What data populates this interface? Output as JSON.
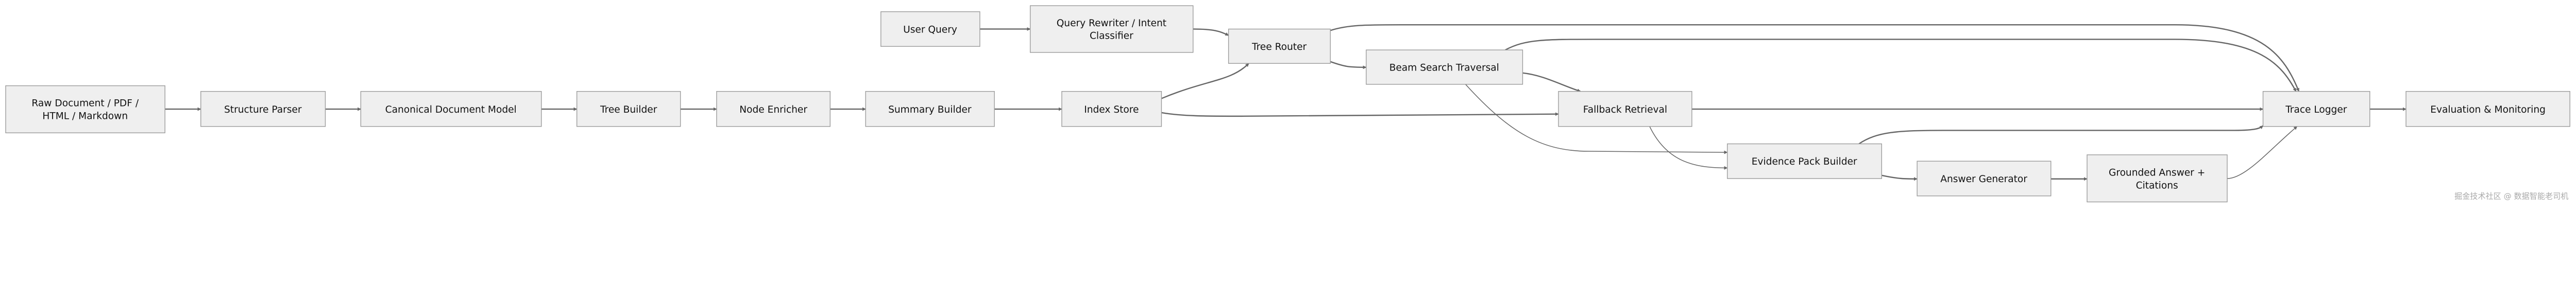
{
  "diagram": {
    "nodes": {
      "raw": {
        "lines": [
          "Raw Document / PDF /",
          "HTML / Markdown"
        ]
      },
      "parser": {
        "lines": [
          "Structure Parser"
        ]
      },
      "canonical": {
        "lines": [
          "Canonical Document Model"
        ]
      },
      "tree_builder": {
        "lines": [
          "Tree Builder"
        ]
      },
      "enricher": {
        "lines": [
          "Node Enricher"
        ]
      },
      "summary": {
        "lines": [
          "Summary Builder"
        ]
      },
      "index": {
        "lines": [
          "Index Store"
        ]
      },
      "user_query": {
        "lines": [
          "User Query"
        ]
      },
      "rewriter": {
        "lines": [
          "Query Rewriter / Intent",
          "Classifier"
        ]
      },
      "router": {
        "lines": [
          "Tree Router"
        ]
      },
      "beam": {
        "lines": [
          "Beam Search Traversal"
        ]
      },
      "fallback": {
        "lines": [
          "Fallback Retrieval"
        ]
      },
      "evidence": {
        "lines": [
          "Evidence Pack Builder"
        ]
      },
      "answer_gen": {
        "lines": [
          "Answer Generator"
        ]
      },
      "grounded": {
        "lines": [
          "Grounded Answer +",
          "Citations"
        ]
      },
      "trace": {
        "lines": [
          "Trace Logger"
        ]
      },
      "eval": {
        "lines": [
          "Evaluation & Monitoring"
        ]
      }
    },
    "edges": [
      [
        "raw",
        "parser"
      ],
      [
        "parser",
        "canonical"
      ],
      [
        "canonical",
        "tree_builder"
      ],
      [
        "tree_builder",
        "enricher"
      ],
      [
        "enricher",
        "summary"
      ],
      [
        "summary",
        "index"
      ],
      [
        "user_query",
        "rewriter"
      ],
      [
        "rewriter",
        "router"
      ],
      [
        "index",
        "router"
      ],
      [
        "router",
        "beam"
      ],
      [
        "router",
        "trace"
      ],
      [
        "beam",
        "trace"
      ],
      [
        "beam",
        "fallback"
      ],
      [
        "beam",
        "evidence"
      ],
      [
        "index",
        "fallback"
      ],
      [
        "fallback",
        "trace"
      ],
      [
        "fallback",
        "evidence"
      ],
      [
        "evidence",
        "trace"
      ],
      [
        "evidence",
        "answer_gen"
      ],
      [
        "answer_gen",
        "grounded"
      ],
      [
        "grounded",
        "trace"
      ],
      [
        "trace",
        "eval"
      ]
    ],
    "colors": {
      "node_fill": "#efefef",
      "node_border": "#9a9a9a",
      "edge": "#666666"
    }
  },
  "watermark": "掘金技术社区 @ 数据智能老司机"
}
